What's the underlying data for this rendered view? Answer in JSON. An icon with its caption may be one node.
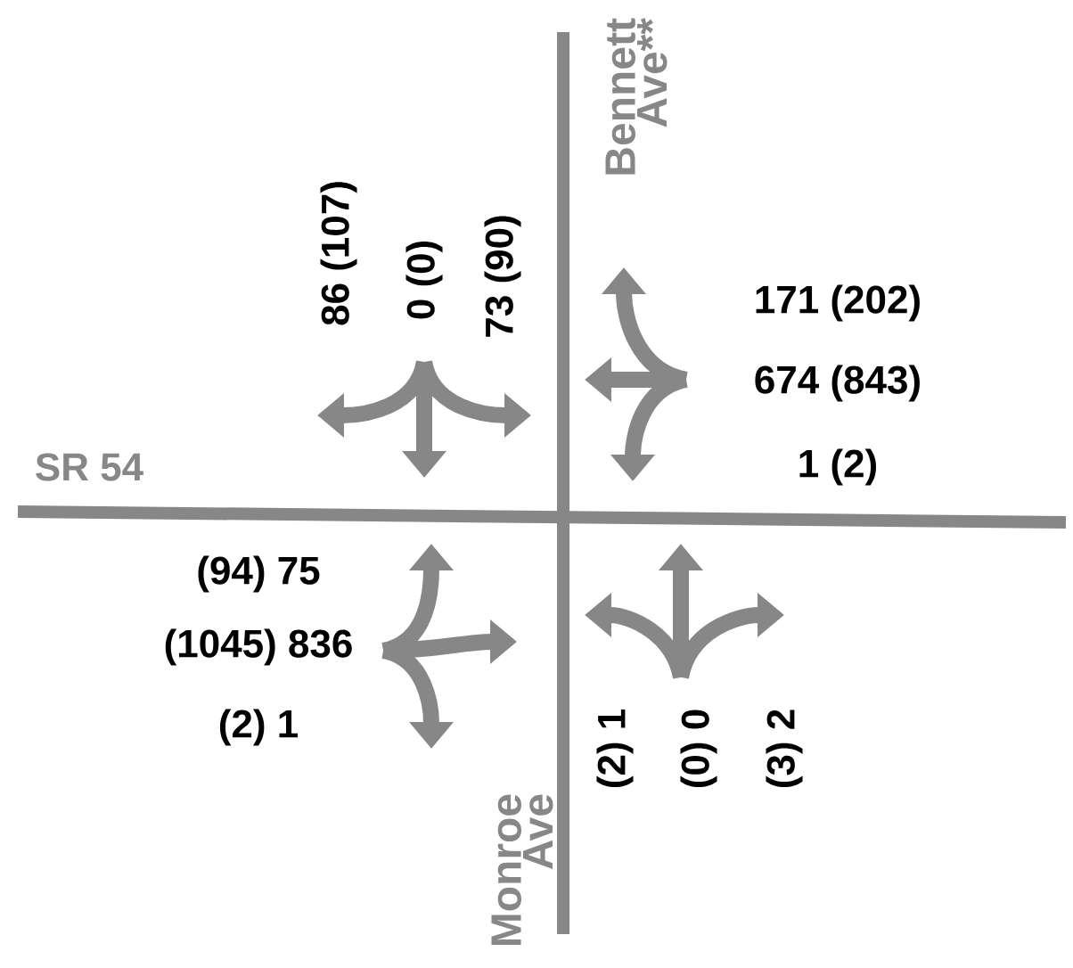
{
  "diagram": {
    "labels": [
      "Bennett Ave**",
      "86 (107)",
      "0 (0)",
      "73 (90)",
      "171 (202)",
      "674 (843)",
      "1 (2)",
      "SR 54",
      "(94) 75",
      "(1045) 836",
      "(2) 1",
      "(2) 1",
      "(0) 0",
      "(3) 2",
      "Monroe Ave"
    ]
  }
}
